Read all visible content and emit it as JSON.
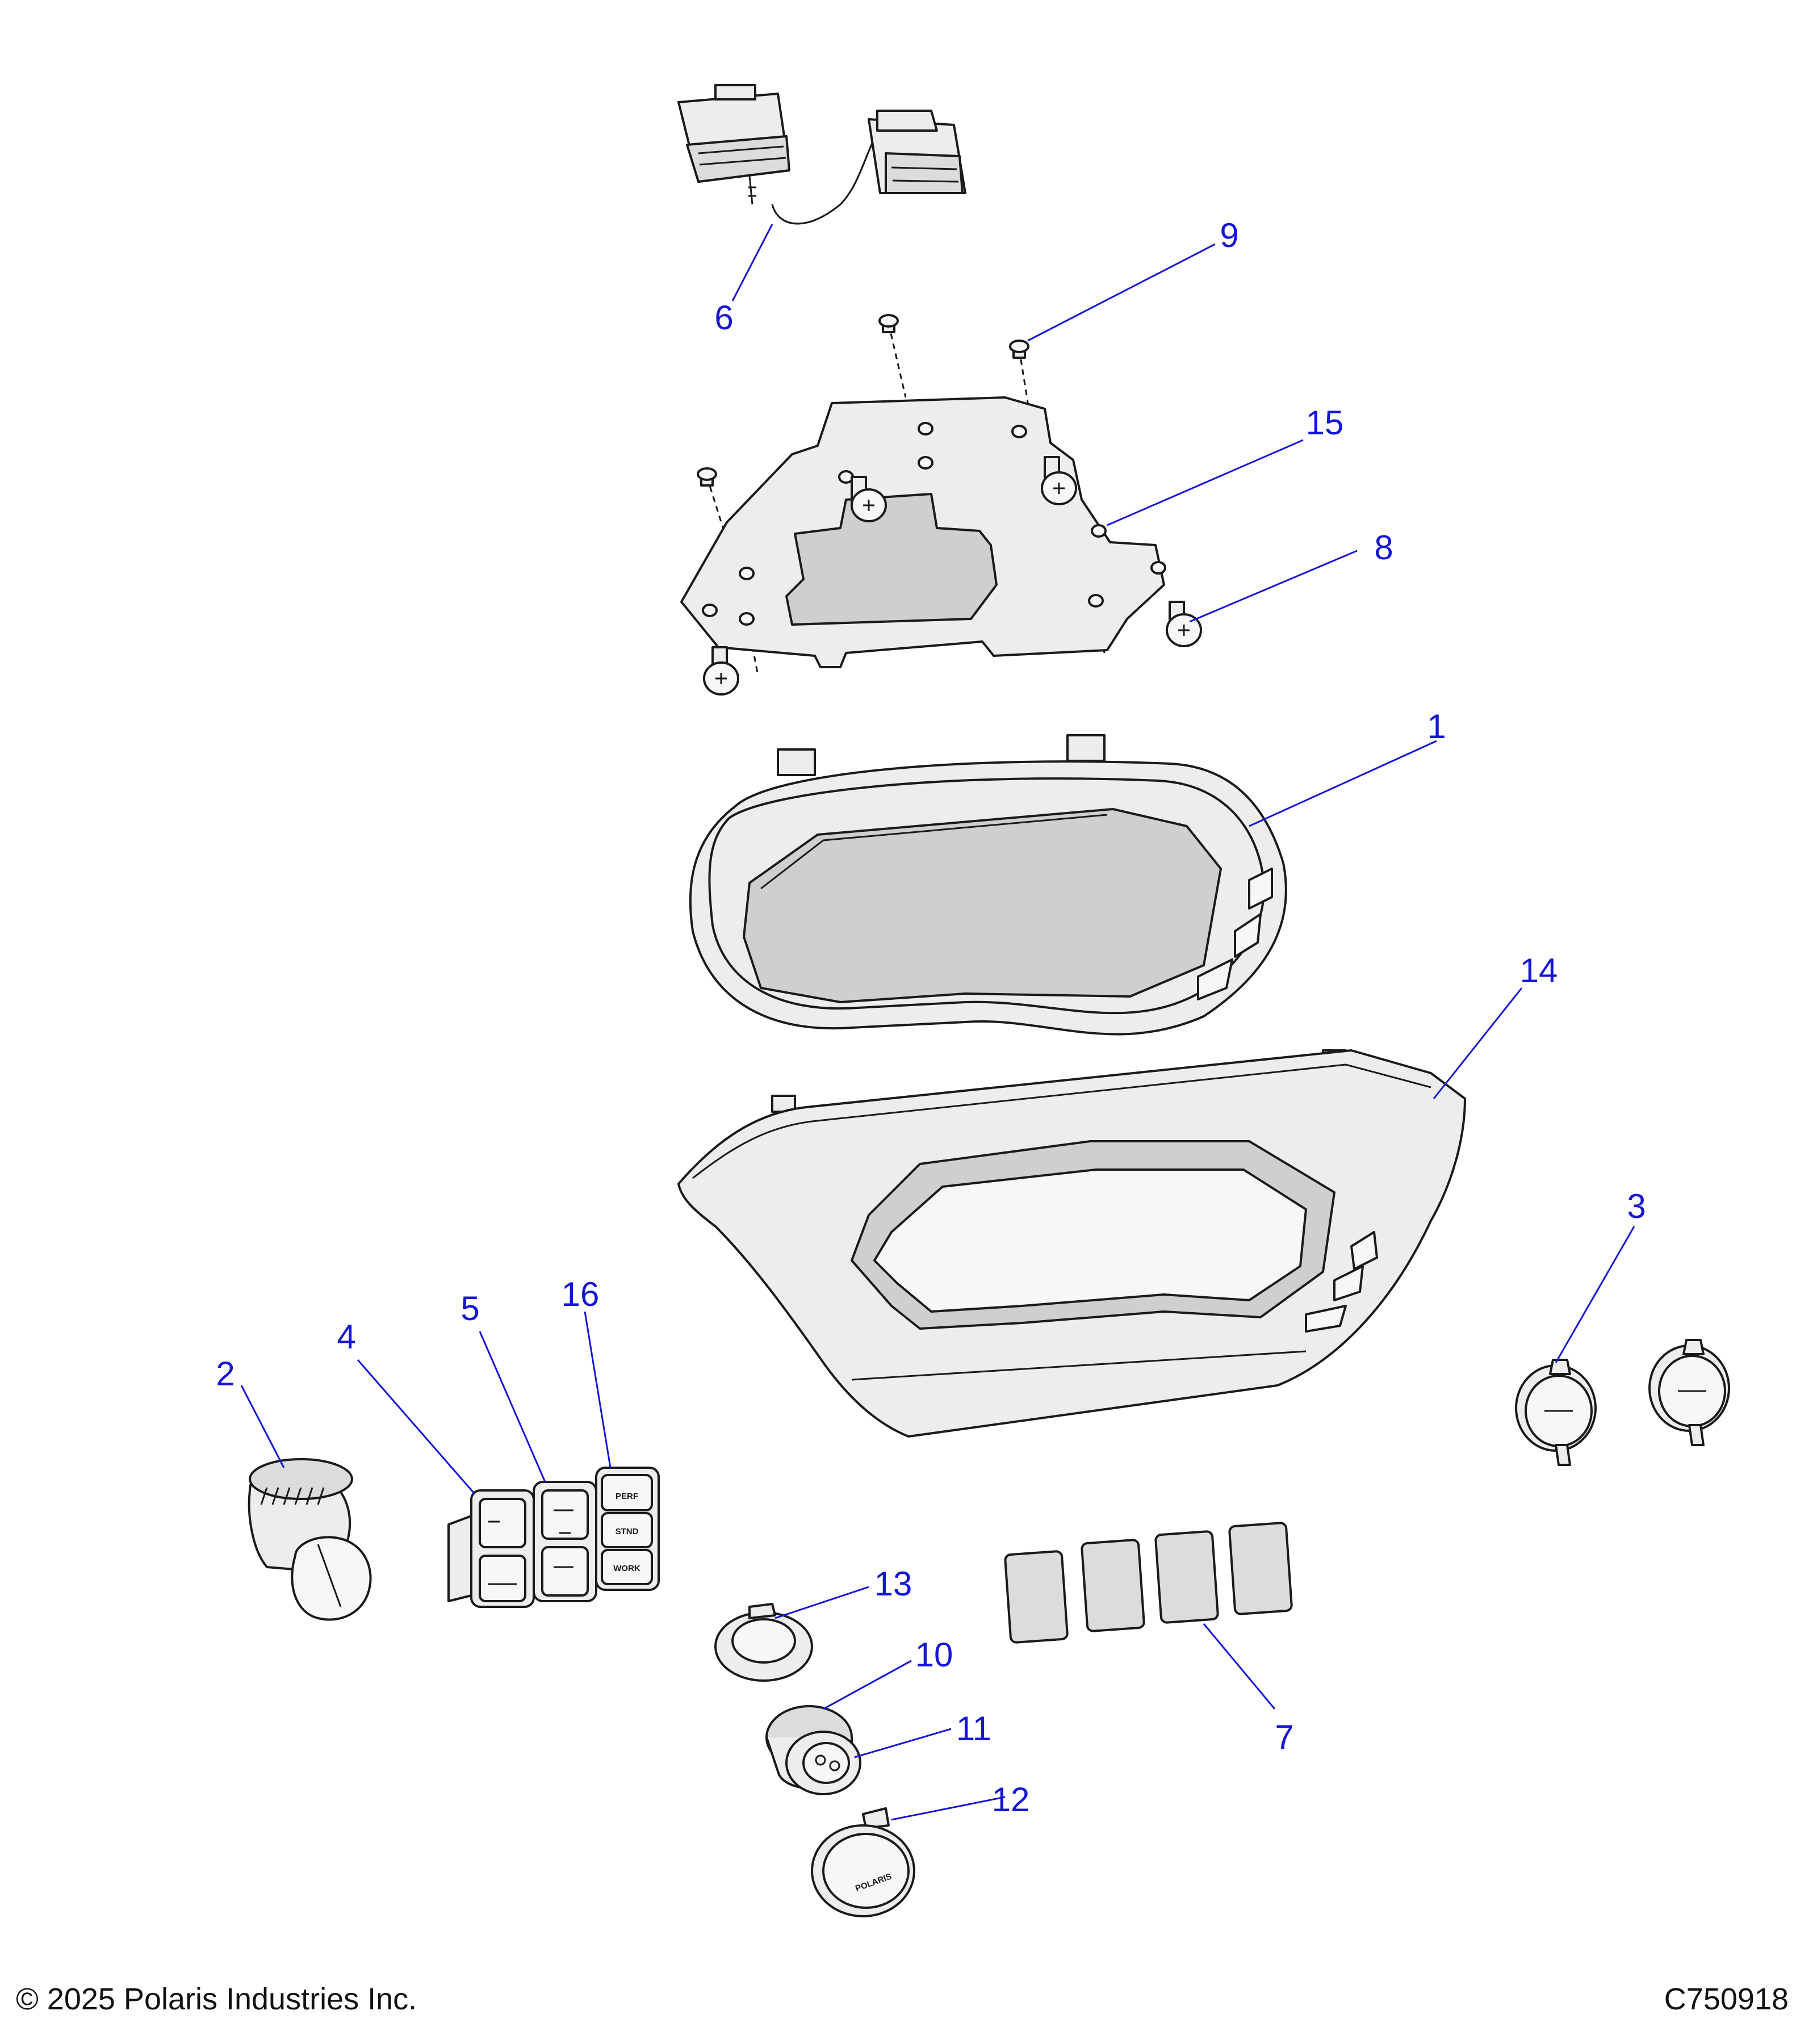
{
  "callouts": [
    {
      "id": "1",
      "label": "1"
    },
    {
      "id": "2",
      "label": "2"
    },
    {
      "id": "3",
      "label": "3"
    },
    {
      "id": "4",
      "label": "4"
    },
    {
      "id": "5",
      "label": "5"
    },
    {
      "id": "6",
      "label": "6"
    },
    {
      "id": "7",
      "label": "7"
    },
    {
      "id": "8",
      "label": "8"
    },
    {
      "id": "9",
      "label": "9"
    },
    {
      "id": "10",
      "label": "10"
    },
    {
      "id": "11",
      "label": "11"
    },
    {
      "id": "12",
      "label": "12"
    },
    {
      "id": "13",
      "label": "13"
    },
    {
      "id": "14",
      "label": "14"
    },
    {
      "id": "15",
      "label": "15"
    },
    {
      "id": "16",
      "label": "16"
    }
  ],
  "switch_legends": {
    "perf": "PERF",
    "stnd": "STND",
    "work": "WORK"
  },
  "cap_logo": "POLARIS",
  "footer": {
    "copyright": "© 2025 Polaris Industries Inc.",
    "drawing_number": "C750918"
  },
  "colors": {
    "callout_blue": "#1515d6",
    "line_black": "#1a1a1a"
  }
}
